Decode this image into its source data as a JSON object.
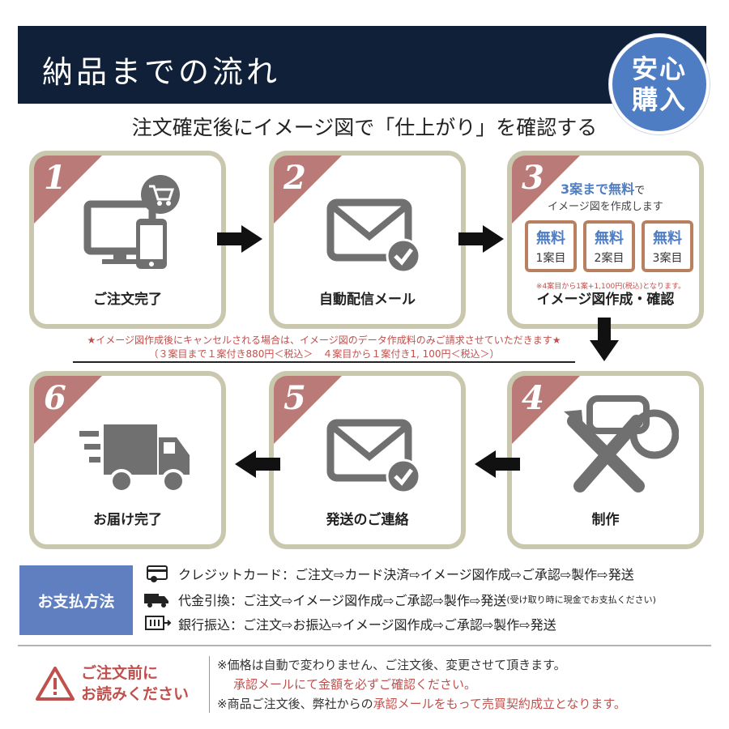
{
  "header": {
    "title": "納品までの流れ",
    "badge_line1": "安心",
    "badge_line2": "購入"
  },
  "subtitle": "注文確定後にイメージ図で「仕上がり」を確認する",
  "steps": [
    {
      "num": "1",
      "caption": "ご注文完了",
      "icon": "computer-phone-cart-icon"
    },
    {
      "num": "2",
      "caption": "自動配信メール",
      "icon": "mail-check-icon"
    },
    {
      "num": "3",
      "caption": "イメージ図作成・確認",
      "icon": ""
    },
    {
      "num": "4",
      "caption": "制作",
      "icon": "tools-icon"
    },
    {
      "num": "5",
      "caption": "発送のご連絡",
      "icon": "mail-check-icon"
    },
    {
      "num": "6",
      "caption": "お届け完了",
      "icon": "truck-icon"
    }
  ],
  "free": {
    "title_a": "3案まで無料",
    "title_b": "で",
    "subtitle": "イメージ図を作成します",
    "box_label": "無料",
    "boxes": [
      "1案目",
      "2案目",
      "3案目"
    ],
    "note": "※4案目から1案+1,100円(税込)となります。"
  },
  "notice": {
    "line1": "★イメージ図作成後にキャンセルされる場合は、イメージ図のデータ作成料のみご請求させていただきます★",
    "line2": "（３案目まで１案付き880円＜税込＞　４案目から１案付き1, 100円＜税込＞）"
  },
  "payment": {
    "label": "お支払方法",
    "rows": [
      {
        "icon": "credit-card-icon",
        "text": "クレジットカード：ご注文⇨カード決済⇨イメージ図作成⇨ご承認⇨製作⇨発送",
        "extra": ""
      },
      {
        "icon": "cod-truck-icon",
        "text": "代金引換：ご注文⇨イメージ図作成⇨ご承認⇨製作⇨発送",
        "extra": "(受け取り時に現金でお支払ください)"
      },
      {
        "icon": "bank-transfer-icon",
        "text": "銀行振込：ご注文⇨お振込⇨イメージ図作成⇨ご承認⇨製作⇨発送",
        "extra": ""
      }
    ]
  },
  "warning": {
    "title_line1": "ご注文前に",
    "title_line2": "お読みください",
    "note1": "※価格は自動で変わりません、ご注文後、変更させて頂きます。",
    "note2": "承認メールにて金額を必ずご確認ください。",
    "note3_a": "※商品ご注文後、弊社からの",
    "note3_b": "承認メールをもって売買契約成立となります。"
  },
  "colors": {
    "navy": "#0f2038",
    "blue": "#4f7dc3",
    "rose": "#b97a78",
    "frame": "#c9c7ad",
    "red": "#c0504d"
  }
}
